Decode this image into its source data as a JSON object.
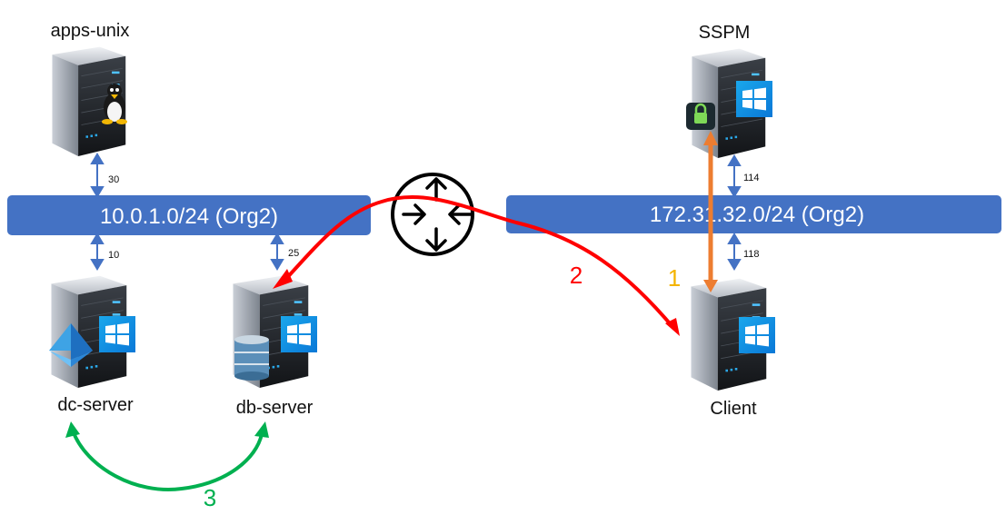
{
  "nodes": {
    "apps_unix": {
      "label": "apps-unix",
      "os": "linux-tux-icon"
    },
    "sspm": {
      "label": "SSPM",
      "os": "windows-logo-icon",
      "badge": "lock-icon"
    },
    "dc_server": {
      "label": "dc-server",
      "os": "windows-logo-icon",
      "badge": "active-directory-icon"
    },
    "db_server": {
      "label": "db-server",
      "os": "windows-logo-icon",
      "badge": "database-icon"
    },
    "client": {
      "label": "Client",
      "os": "windows-logo-icon"
    }
  },
  "networks": {
    "left": {
      "label": "10.0.1.0/24 (Org2)"
    },
    "right": {
      "label": "172.31.32.0/24 (Org2)"
    }
  },
  "router": {
    "icon": "router-icon"
  },
  "ports": {
    "apps_unix": "30",
    "dc_server": "10",
    "db_server": "25",
    "sspm": "114",
    "client": "118"
  },
  "steps": {
    "one": {
      "label": "1",
      "color": "#f4b400"
    },
    "two": {
      "label": "2",
      "color": "#ff0000"
    },
    "three": {
      "label": "3",
      "color": "#00b050"
    }
  },
  "colors": {
    "network_band": "#4472c4",
    "link": "#4472c4",
    "path_client_sspm": "#ed7d31",
    "path_client_db": "#ff0000",
    "path_dc_db": "#00b050"
  }
}
